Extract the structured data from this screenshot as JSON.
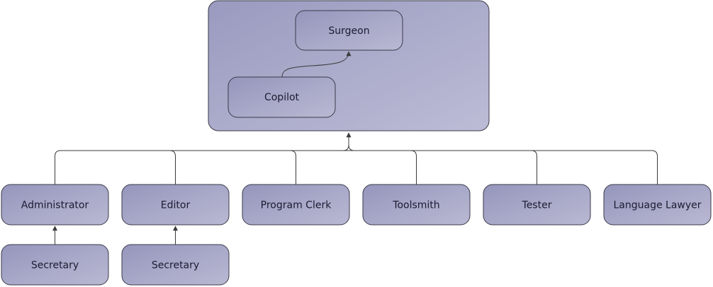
{
  "diagram": {
    "type": "organization-chart",
    "group": {
      "nodes": {
        "surgeon": "Surgeon",
        "copilot": "Copilot"
      },
      "edges": [
        {
          "from": "copilot",
          "to": "surgeon"
        }
      ]
    },
    "team": [
      {
        "id": "administrator",
        "label": "Administrator",
        "assistant": "Secretary"
      },
      {
        "id": "editor",
        "label": "Editor",
        "assistant": "Secretary"
      },
      {
        "id": "program-clerk",
        "label": "Program Clerk"
      },
      {
        "id": "toolsmith",
        "label": "Toolsmith"
      },
      {
        "id": "tester",
        "label": "Tester"
      },
      {
        "id": "language-lawyer",
        "label": "Language Lawyer"
      }
    ],
    "colors": {
      "node_fill_light": "#b9b9d3",
      "node_fill_dark": "#9696bd",
      "group_fill_light": "#bcbcd6",
      "group_fill_dark": "#9a9ac0",
      "stroke": "#3a3a4a",
      "connector": "#3a3a3a",
      "text": "#1b1b30"
    }
  }
}
